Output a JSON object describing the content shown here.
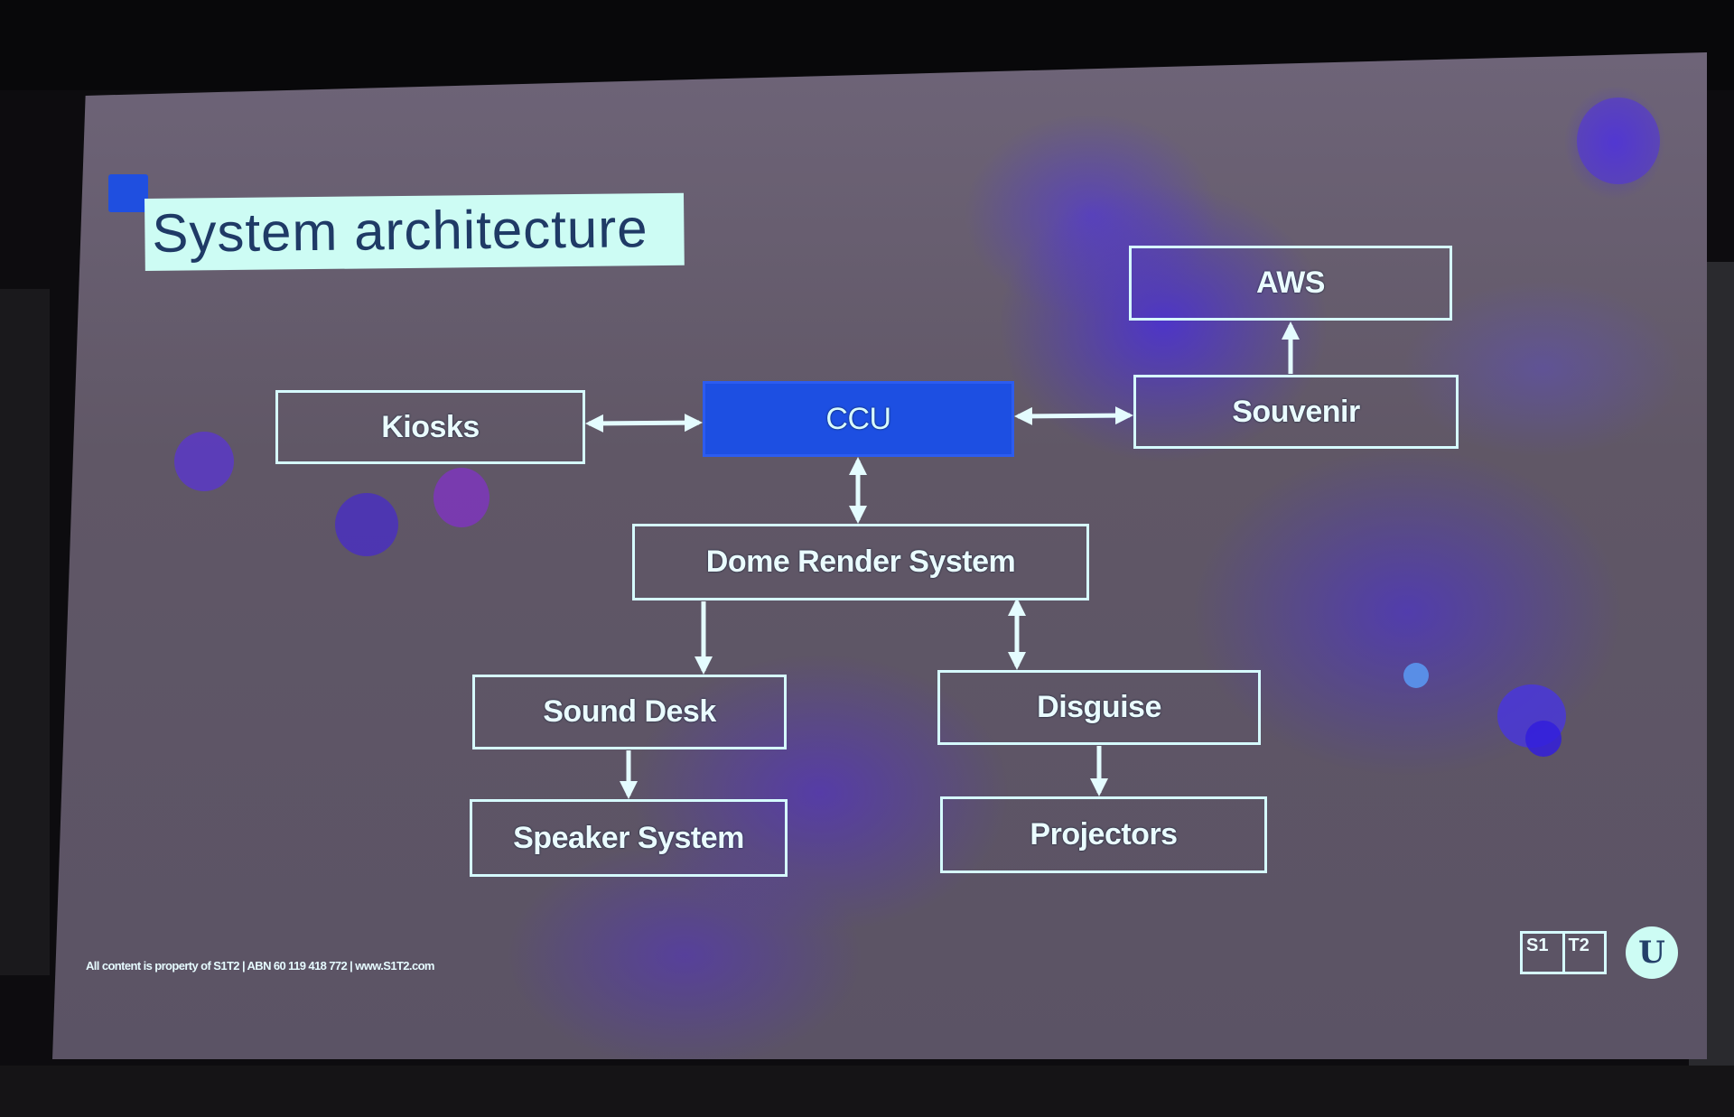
{
  "slide": {
    "title": "System architecture",
    "footer": "All content is property of S1T2 | ABN 60 119 418 772 | www.S1T2.com",
    "logo_s1t2": [
      "S1",
      "T2"
    ],
    "logo_unreal": "U",
    "accent_color": "#1d4fe2",
    "title_bg_color": "#cdfcf4"
  },
  "diagram": {
    "nodes": [
      {
        "id": "kiosks",
        "label": "Kiosks"
      },
      {
        "id": "ccu",
        "label": "CCU"
      },
      {
        "id": "souvenir",
        "label": "Souvenir"
      },
      {
        "id": "aws",
        "label": "AWS"
      },
      {
        "id": "dome",
        "label": "Dome Render System"
      },
      {
        "id": "sound_desk",
        "label": "Sound Desk"
      },
      {
        "id": "disguise",
        "label": "Disguise"
      },
      {
        "id": "speaker",
        "label": "Speaker System"
      },
      {
        "id": "projectors",
        "label": "Projectors"
      }
    ],
    "edges": [
      {
        "from": "kiosks",
        "to": "ccu",
        "direction": "both"
      },
      {
        "from": "ccu",
        "to": "souvenir",
        "direction": "both"
      },
      {
        "from": "souvenir",
        "to": "aws",
        "direction": "forward"
      },
      {
        "from": "ccu",
        "to": "dome",
        "direction": "both"
      },
      {
        "from": "dome",
        "to": "sound_desk",
        "direction": "forward"
      },
      {
        "from": "dome",
        "to": "disguise",
        "direction": "both"
      },
      {
        "from": "sound_desk",
        "to": "speaker",
        "direction": "forward"
      },
      {
        "from": "disguise",
        "to": "projectors",
        "direction": "forward"
      }
    ]
  }
}
